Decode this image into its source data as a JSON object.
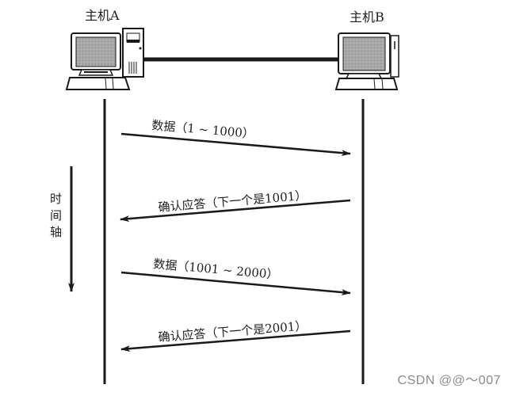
{
  "diagram": {
    "type": "sequence",
    "hosts": [
      {
        "id": "A",
        "label": "主机A"
      },
      {
        "id": "B",
        "label": "主机B"
      }
    ],
    "time_axis": {
      "label_chars": [
        "时",
        "间",
        "轴"
      ],
      "direction": "down"
    },
    "messages": [
      {
        "from": "A",
        "to": "B",
        "label": "数据（1 ~ 1000）"
      },
      {
        "from": "B",
        "to": "A",
        "label": "确认应答（下一个是1001）"
      },
      {
        "from": "A",
        "to": "B",
        "label": "数据（1001 ~ 2000）"
      },
      {
        "from": "B",
        "to": "A",
        "label": "确认应答（下一个是2001）"
      }
    ]
  },
  "watermark": "CSDN @@～007",
  "colors": {
    "line": "#1a1a1a",
    "screen": "#a9a9a9",
    "background": "#ffffff",
    "watermark": "#8a8a8a"
  }
}
